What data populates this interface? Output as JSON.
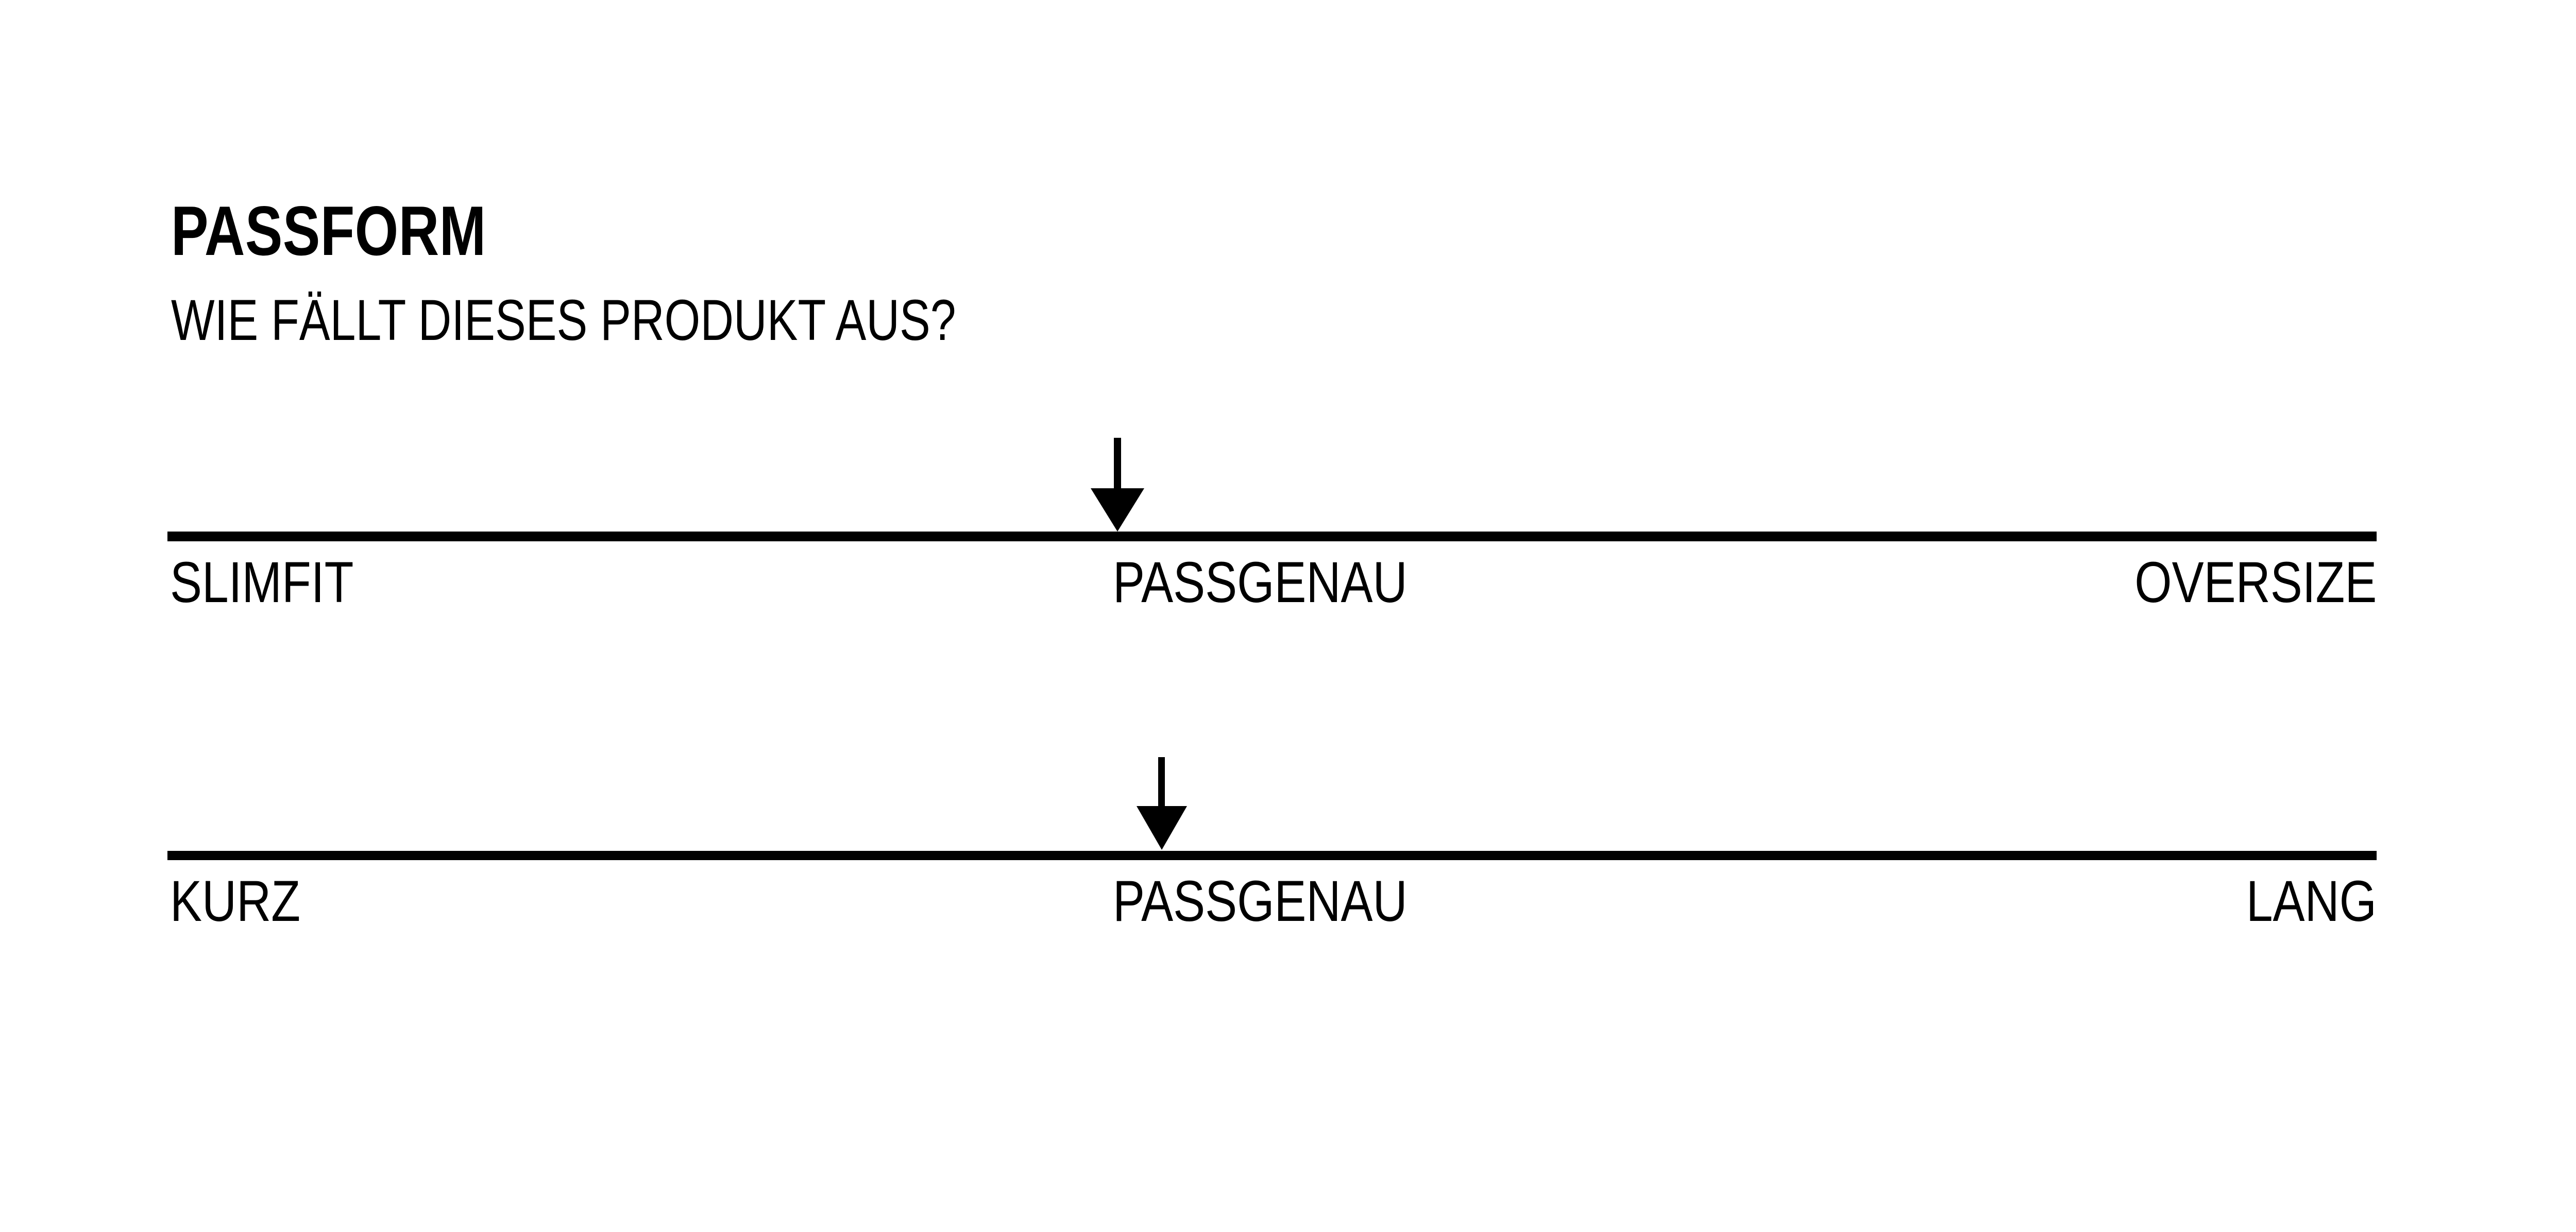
{
  "widget": {
    "name": "fit-scale-widget",
    "background_color": "#ffffff",
    "ink_color": "#000000"
  },
  "header": {
    "title": "PASSFORM",
    "subtitle": "WIE FÄLLT DIESES PRODUKT AUS?"
  },
  "scales": [
    {
      "id": "fit-width",
      "marker_icon": "down-arrow-icon",
      "marker_position_percent": 43,
      "selected_value": "PASSGENAU",
      "labels": {
        "left": "SLIMFIT",
        "middle": "PASSGENAU",
        "right": "OVERSIZE"
      }
    },
    {
      "id": "fit-length",
      "marker_icon": "down-arrow-icon",
      "marker_position_percent": 45,
      "selected_value": "PASSGENAU",
      "labels": {
        "left": "KURZ",
        "middle": "PASSGENAU",
        "right": "LANG"
      }
    }
  ]
}
